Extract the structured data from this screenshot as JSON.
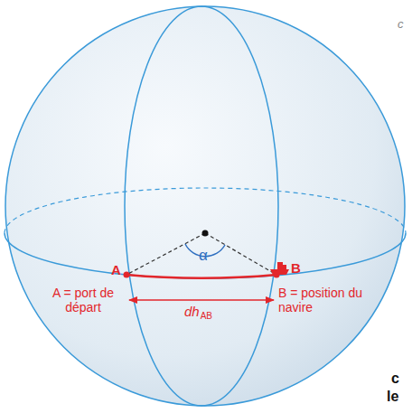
{
  "diagram": {
    "labels": [
      "A",
      "B",
      "α",
      "A = port de départ",
      "B = position du navire",
      "dh",
      "AB",
      "c",
      "c",
      "le"
    ]
  }
}
